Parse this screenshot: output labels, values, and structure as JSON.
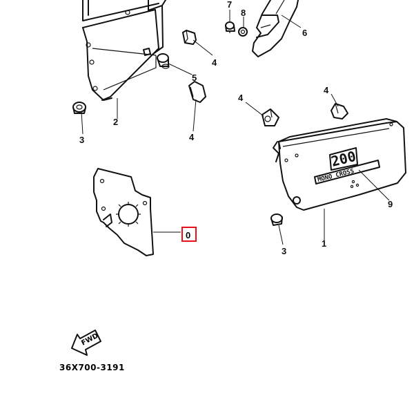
{
  "diagram": {
    "callouts": {
      "p7": "7",
      "p8": "8",
      "p6": "6",
      "p4_top": "4",
      "p5": "5",
      "p4_left": "4",
      "p2": "2",
      "p3_left": "3",
      "p4_mid": "4",
      "p4_right": "4",
      "p9": "9",
      "p3_right": "3",
      "p1": "1",
      "p0": "0"
    },
    "cover_text": {
      "model": "200",
      "series": "MONO CROSS"
    },
    "fwd_label": "FWD",
    "part_number": "36X700-3191",
    "highlight_color": "#e8101a"
  }
}
